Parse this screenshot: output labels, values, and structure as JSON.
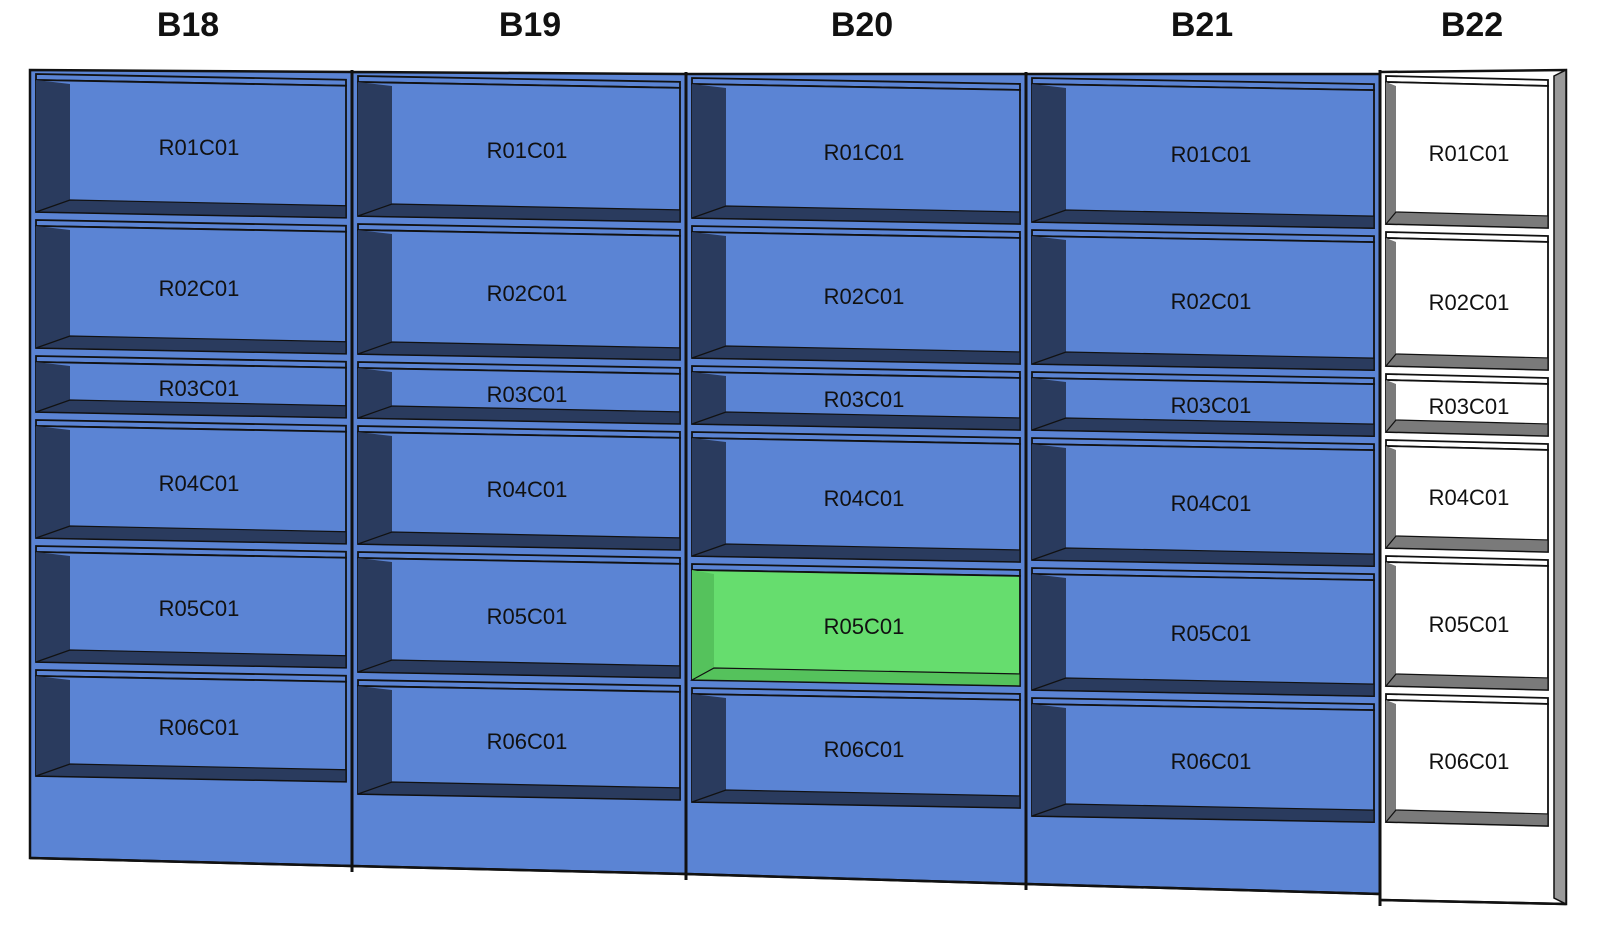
{
  "colors": {
    "occupied": "#5b84d4",
    "occupied_shadow": "#2a3b5e",
    "selected": "#66dd6e",
    "selected_shadow": "#55c25c",
    "empty": "#ffffff",
    "empty_shadow": "#7a7a7a",
    "outline": "#111111"
  },
  "bays": [
    {
      "name": "B18",
      "status": "occupied",
      "cells": [
        {
          "label": "R01C01",
          "state": "occupied"
        },
        {
          "label": "R02C01",
          "state": "occupied"
        },
        {
          "label": "R03C01",
          "state": "occupied"
        },
        {
          "label": "R04C01",
          "state": "occupied"
        },
        {
          "label": "R05C01",
          "state": "occupied"
        },
        {
          "label": "R06C01",
          "state": "occupied"
        }
      ]
    },
    {
      "name": "B19",
      "status": "occupied",
      "cells": [
        {
          "label": "R01C01",
          "state": "occupied"
        },
        {
          "label": "R02C01",
          "state": "occupied"
        },
        {
          "label": "R03C01",
          "state": "occupied"
        },
        {
          "label": "R04C01",
          "state": "occupied"
        },
        {
          "label": "R05C01",
          "state": "occupied"
        },
        {
          "label": "R06C01",
          "state": "occupied"
        }
      ]
    },
    {
      "name": "B20",
      "status": "occupied",
      "cells": [
        {
          "label": "R01C01",
          "state": "occupied"
        },
        {
          "label": "R02C01",
          "state": "occupied"
        },
        {
          "label": "R03C01",
          "state": "occupied"
        },
        {
          "label": "R04C01",
          "state": "occupied"
        },
        {
          "label": "R05C01",
          "state": "selected"
        },
        {
          "label": "R06C01",
          "state": "occupied"
        }
      ]
    },
    {
      "name": "B21",
      "status": "occupied",
      "cells": [
        {
          "label": "R01C01",
          "state": "occupied"
        },
        {
          "label": "R02C01",
          "state": "occupied"
        },
        {
          "label": "R03C01",
          "state": "occupied"
        },
        {
          "label": "R04C01",
          "state": "occupied"
        },
        {
          "label": "R05C01",
          "state": "occupied"
        },
        {
          "label": "R06C01",
          "state": "occupied"
        }
      ]
    },
    {
      "name": "B22",
      "status": "empty",
      "cells": [
        {
          "label": "R01C01",
          "state": "empty"
        },
        {
          "label": "R02C01",
          "state": "empty"
        },
        {
          "label": "R03C01",
          "state": "empty"
        },
        {
          "label": "R04C01",
          "state": "empty"
        },
        {
          "label": "R05C01",
          "state": "empty"
        },
        {
          "label": "R06C01",
          "state": "empty"
        }
      ]
    }
  ]
}
